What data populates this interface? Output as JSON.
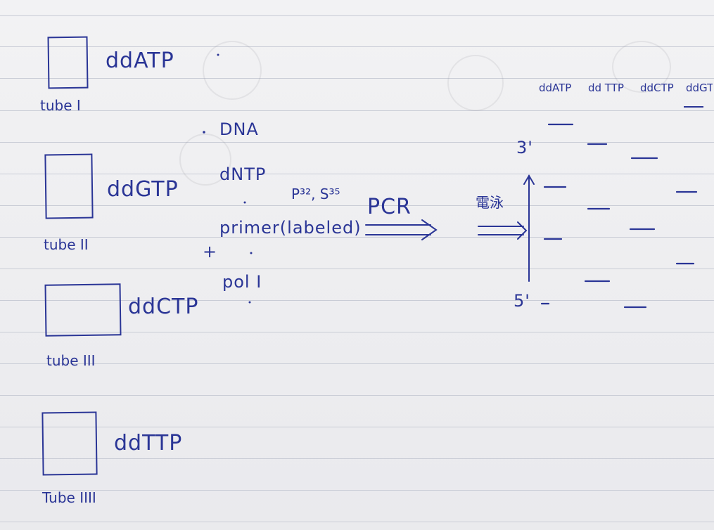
{
  "tubes": [
    {
      "name": "tube I",
      "reagent": "ddATP"
    },
    {
      "name": "tube II",
      "reagent": "ddGTP"
    },
    {
      "name": "tube III",
      "reagent": "ddCTP"
    },
    {
      "name": "Tube IIII",
      "reagent": "ddTTP"
    }
  ],
  "mix": {
    "items": [
      "DNA",
      "dNTP",
      "primer(labeled)",
      "pol I"
    ],
    "plus": "+",
    "isotope": "P³², S³⁵"
  },
  "process": {
    "label": "PCR",
    "electrophoresis": "電泳"
  },
  "gel": {
    "lanes": [
      "ddATP",
      "dd TTP",
      "ddCTP",
      "ddGTP"
    ],
    "top_end": "3'",
    "bottom_end": "5'"
  }
}
